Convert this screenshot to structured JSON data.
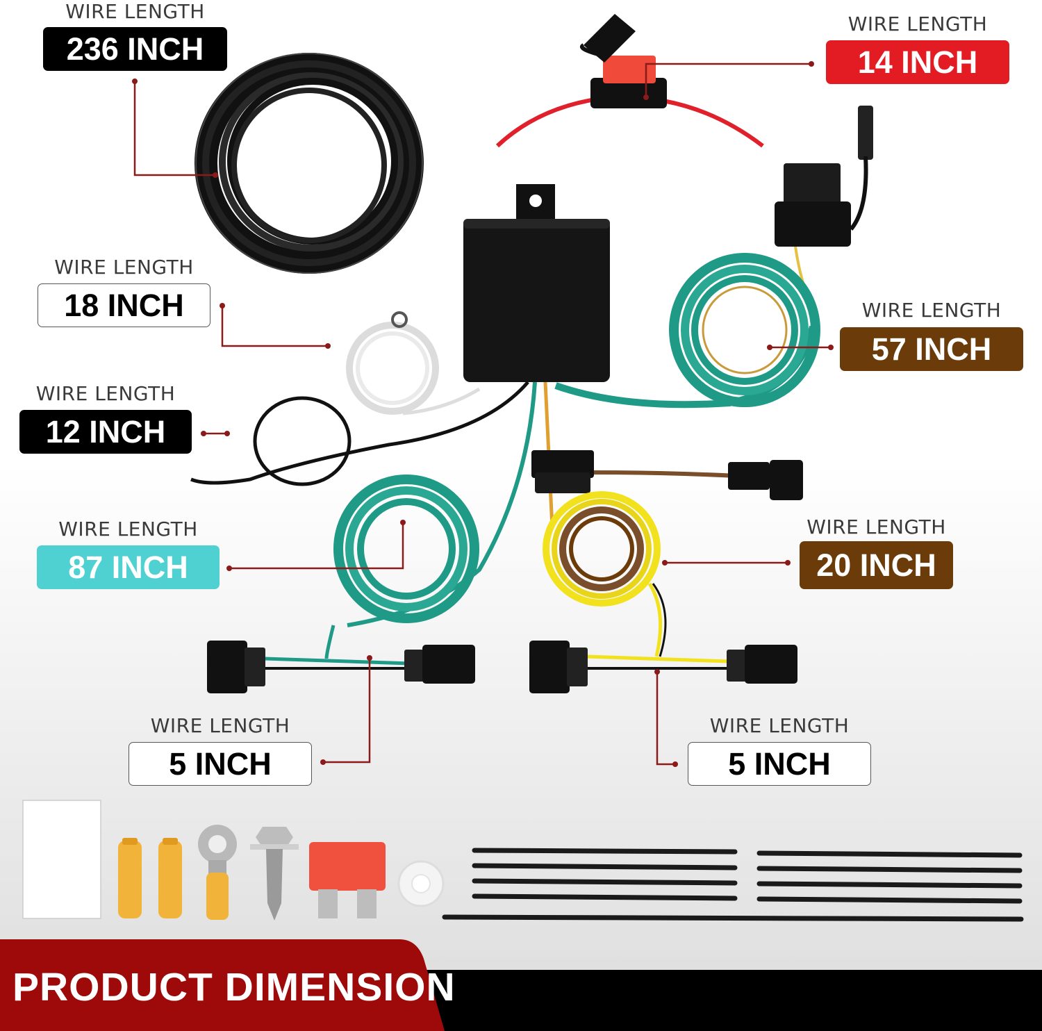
{
  "labels": [
    {
      "caption": "WIRE LENGTH",
      "value": "236 INCH"
    },
    {
      "caption": "WIRE LENGTH",
      "value": "14 INCH"
    },
    {
      "caption": "WIRE LENGTH",
      "value": "18 INCH"
    },
    {
      "caption": "WIRE LENGTH",
      "value": "57 INCH"
    },
    {
      "caption": "WIRE LENGTH",
      "value": "12 INCH"
    },
    {
      "caption": "WIRE LENGTH",
      "value": "87 INCH"
    },
    {
      "caption": "WIRE LENGTH",
      "value": "20 INCH"
    },
    {
      "caption": "WIRE LENGTH",
      "value": "5 INCH"
    },
    {
      "caption": "WIRE LENGTH",
      "value": "5 INCH"
    }
  ],
  "banner": {
    "title": "PRODUCT DIMENSION"
  },
  "colors": {
    "leader": "#8b1a1a",
    "accent_red": "#e31b23",
    "brown": "#6b3b0a",
    "teal_badge": "#4fd1d2",
    "green_wire": "#1f9a87",
    "yellow_wire": "#f2e21d",
    "banner_red": "#9e0a0a"
  },
  "icons": [
    "wire-coil-icon",
    "module-box-icon",
    "inline-fuse-icon",
    "trailer-plug-icon",
    "connector-plug-icon",
    "butt-connector-icon",
    "ring-terminal-icon",
    "self-tap-screw-icon",
    "blade-fuse-icon",
    "grommet-icon",
    "zip-tie-icon",
    "alcohol-pad-icon"
  ]
}
